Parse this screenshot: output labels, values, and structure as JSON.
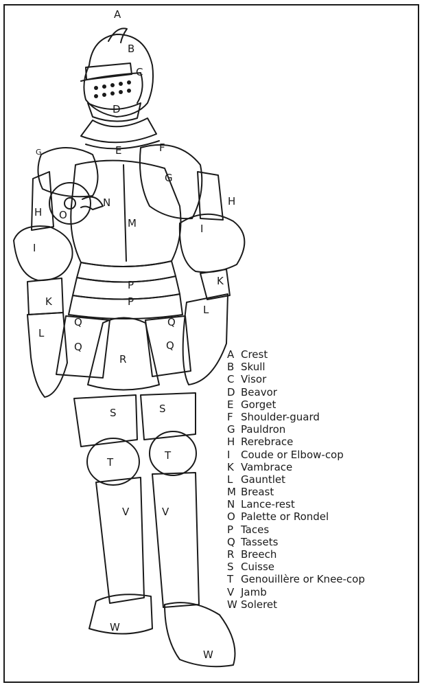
{
  "legend": [
    {
      "letter": "A",
      "name": "Crest"
    },
    {
      "letter": "B",
      "name": "Skull"
    },
    {
      "letter": "C",
      "name": "Visor"
    },
    {
      "letter": "D",
      "name": "Beavor"
    },
    {
      "letter": "E",
      "name": "Gorget"
    },
    {
      "letter": "F",
      "name": "Shoulder-guard"
    },
    {
      "letter": "G",
      "name": "Pauldron"
    },
    {
      "letter": "H",
      "name": "Rerebrace"
    },
    {
      "letter": "I",
      "name": "Coude or Elbow-cop"
    },
    {
      "letter": "K",
      "name": "Vambrace"
    },
    {
      "letter": "L",
      "name": "Gauntlet"
    },
    {
      "letter": "M",
      "name": "Breast"
    },
    {
      "letter": "N",
      "name": "Lance-rest"
    },
    {
      "letter": "O",
      "name": "Palette or Rondel"
    },
    {
      "letter": "P",
      "name": "Taces"
    },
    {
      "letter": "Q",
      "name": "Tassets"
    },
    {
      "letter": "R",
      "name": "Breech"
    },
    {
      "letter": "S",
      "name": "Cuisse"
    },
    {
      "letter": "T",
      "name": "Genouillère or Knee-cop"
    },
    {
      "letter": "V",
      "name": "Jamb"
    },
    {
      "letter": "W",
      "name": "Soleret"
    }
  ],
  "figure_labels": [
    "A",
    "B",
    "C",
    "D",
    "E",
    "F",
    "G",
    "G",
    "H",
    "H",
    "M",
    "N",
    "O",
    "I",
    "I",
    "K",
    "K",
    "P",
    "P",
    "Q",
    "Q",
    "Q",
    "Q",
    "R",
    "L",
    "L",
    "S",
    "S",
    "T",
    "T",
    "V",
    "V",
    "W",
    "W"
  ]
}
